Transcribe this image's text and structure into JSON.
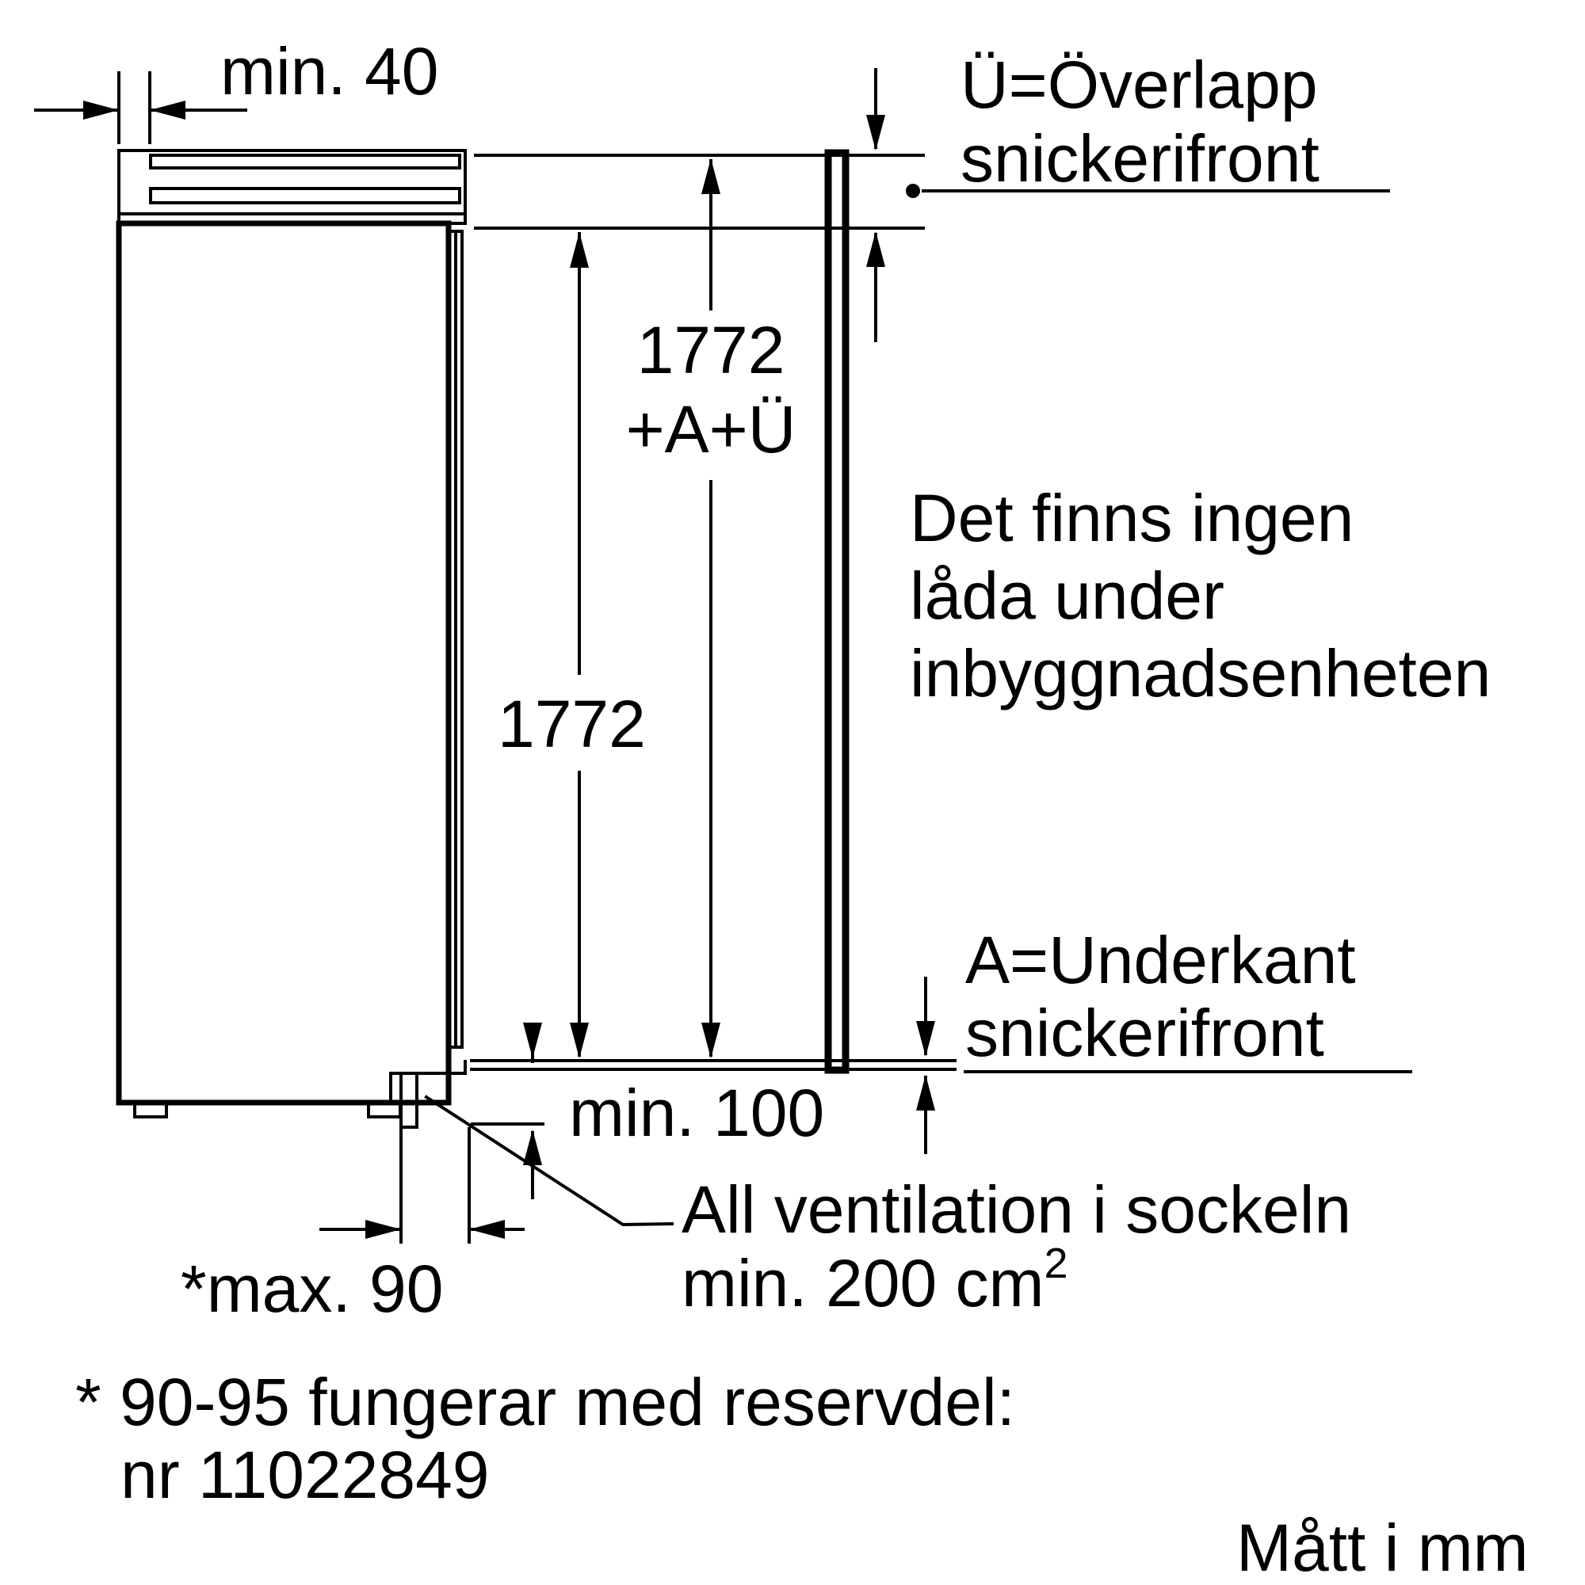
{
  "labels": {
    "top_gap": "min. 40",
    "overlap_line1": "Ü=Överlapp",
    "overlap_line2": "snickerifront",
    "height_total_line1": "1772",
    "height_total_line2": "+A+Ü",
    "height_niche": "1772",
    "note_line1": "Det finns ingen",
    "note_line2": "låda under",
    "note_line3": "inbyggnadsenheten",
    "bottom_edge_line1": "A=Underkant",
    "bottom_edge_line2": "snickerifront",
    "bottom_gap": "min. 100",
    "ventilation_line1": "All ventilation i sockeln",
    "ventilation_line2_prefix": "min. 200 cm",
    "ventilation_line2_sup": "2",
    "plinth_depth": "*max. 90",
    "footnote_line1": "* 90-95 fungerar med reservdel:",
    "footnote_line2": "nr 11022849",
    "units": "Mått i mm"
  },
  "colors": {
    "ink": "#000000",
    "paper": "#ffffff"
  }
}
